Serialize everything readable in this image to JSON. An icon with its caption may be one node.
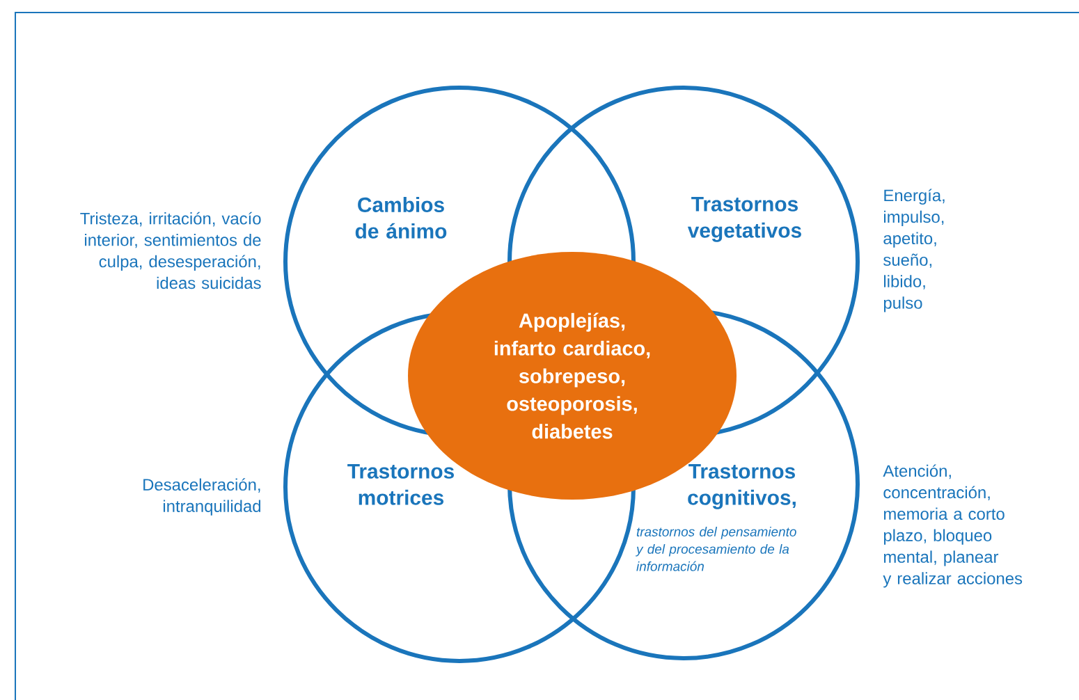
{
  "diagram": {
    "nodes": [
      {
        "text": [
          "Cambios de ánimo"
        ],
        "beside": [
          "Tristeza, irritación, vacío interior, sentimientos de culpa, desesperación, ideas suicidas"
        ]
      },
      {
        "text": [
          "Trastornos vegetativos"
        ],
        "beside": [
          "Energía, impulso, apetito, sueño, libido, pulso"
        ]
      },
      {
        "text": [
          "Apoplejías, infarto cardiaco, sobrepeso, osteoporosis, diabetes"
        ]
      },
      {
        "text": [
          "Trastornos motrices"
        ],
        "beside": [
          "Desaceleración, intranquilidad"
        ]
      },
      {
        "text": [
          "Trastornos cognitivos,",
          "trastornos del pensamiento y del procesamiento de la información"
        ],
        "beside": [
          "Atención, concentración, memoria a corto plazo, bloqueo mental, planear y realizar acciones"
        ]
      }
    ],
    "edges": []
  }
}
